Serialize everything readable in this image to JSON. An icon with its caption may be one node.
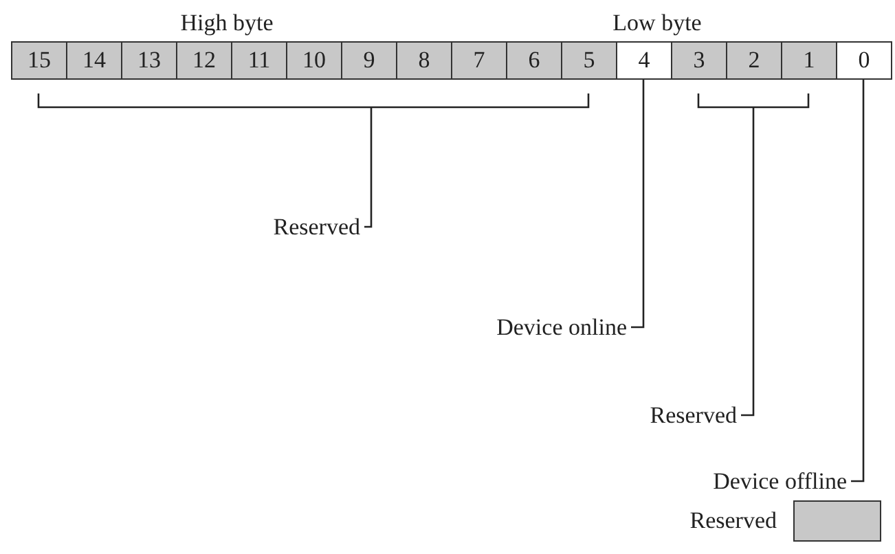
{
  "diagram": {
    "nodes": [
      {
        "text": [
          "15"
        ]
      },
      {
        "text": [
          "14"
        ]
      },
      {
        "text": [
          "13"
        ]
      },
      {
        "text": [
          "12"
        ]
      },
      {
        "text": [
          "11"
        ]
      },
      {
        "text": [
          "10"
        ]
      },
      {
        "text": [
          "9"
        ]
      },
      {
        "text": [
          "8"
        ]
      },
      {
        "text": [
          "7"
        ]
      },
      {
        "text": [
          "6"
        ]
      },
      {
        "text": [
          "5"
        ]
      },
      {
        "text": [
          "4"
        ]
      },
      {
        "text": [
          "3"
        ]
      },
      {
        "text": [
          "2"
        ]
      },
      {
        "text": [
          "1"
        ]
      },
      {
        "text": [
          "0"
        ]
      },
      {
        "text": [
          "Reserved"
        ]
      },
      {
        "text": [
          "Device online"
        ]
      },
      {
        "text": [
          "Reserved"
        ]
      },
      {
        "text": [
          "Device offline"
        ]
      }
    ],
    "edges": [
      {
        "from": 16,
        "to": null,
        "arrow": "none"
      },
      {
        "from": 17,
        "to": 11,
        "arrow": "none"
      },
      {
        "from": 18,
        "to": null,
        "arrow": "none"
      },
      {
        "from": 19,
        "to": 15,
        "arrow": "none"
      }
    ],
    "labels": [
      "High byte",
      "Low byte"
    ],
    "legend": [
      {
        "text": "Reserved",
        "color": "#c8c8c8"
      }
    ]
  }
}
